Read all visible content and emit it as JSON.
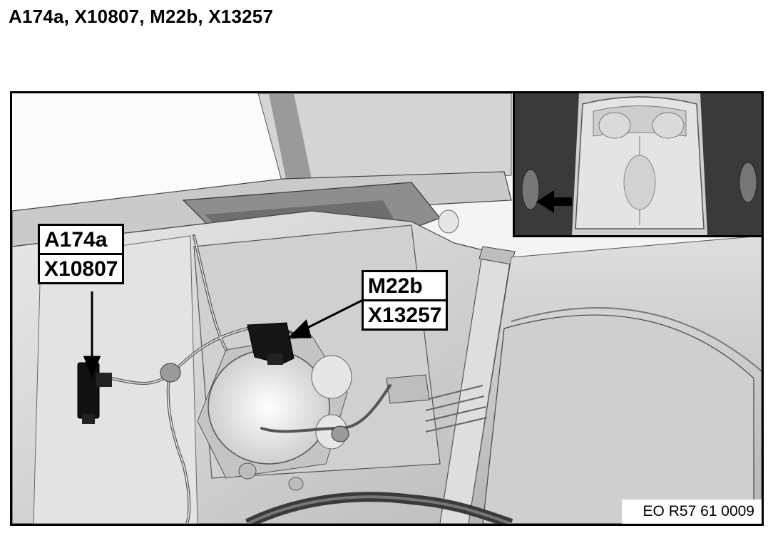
{
  "page": {
    "title": "A174a, X10807, M22b, X13257"
  },
  "figure": {
    "callout_left": {
      "line1": "A174a",
      "line2": "X10807"
    },
    "callout_right": {
      "line1": "M22b",
      "line2": "X13257"
    },
    "reference_code": "EO R57 61 0009"
  }
}
